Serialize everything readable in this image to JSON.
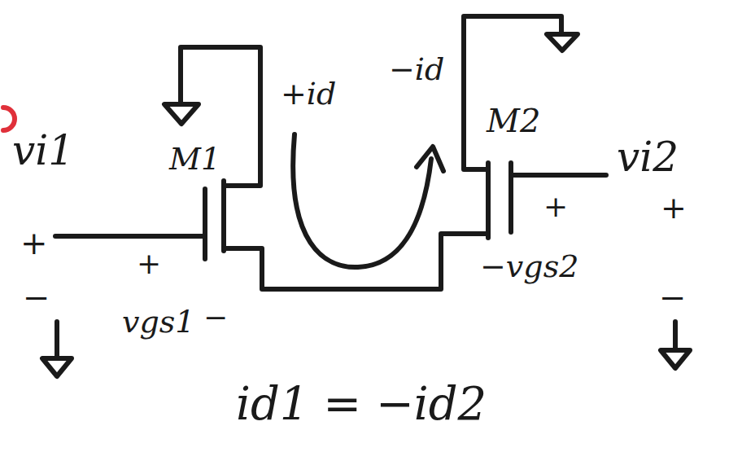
{
  "diagram": {
    "labels": [
      "vi1",
      "+",
      "−",
      "+",
      "vgs1",
      "−",
      "M1",
      "+id",
      "−id",
      "M2",
      "vi2",
      "+",
      "+",
      "−vgs2",
      "−",
      "id1 = −id2"
    ]
  }
}
